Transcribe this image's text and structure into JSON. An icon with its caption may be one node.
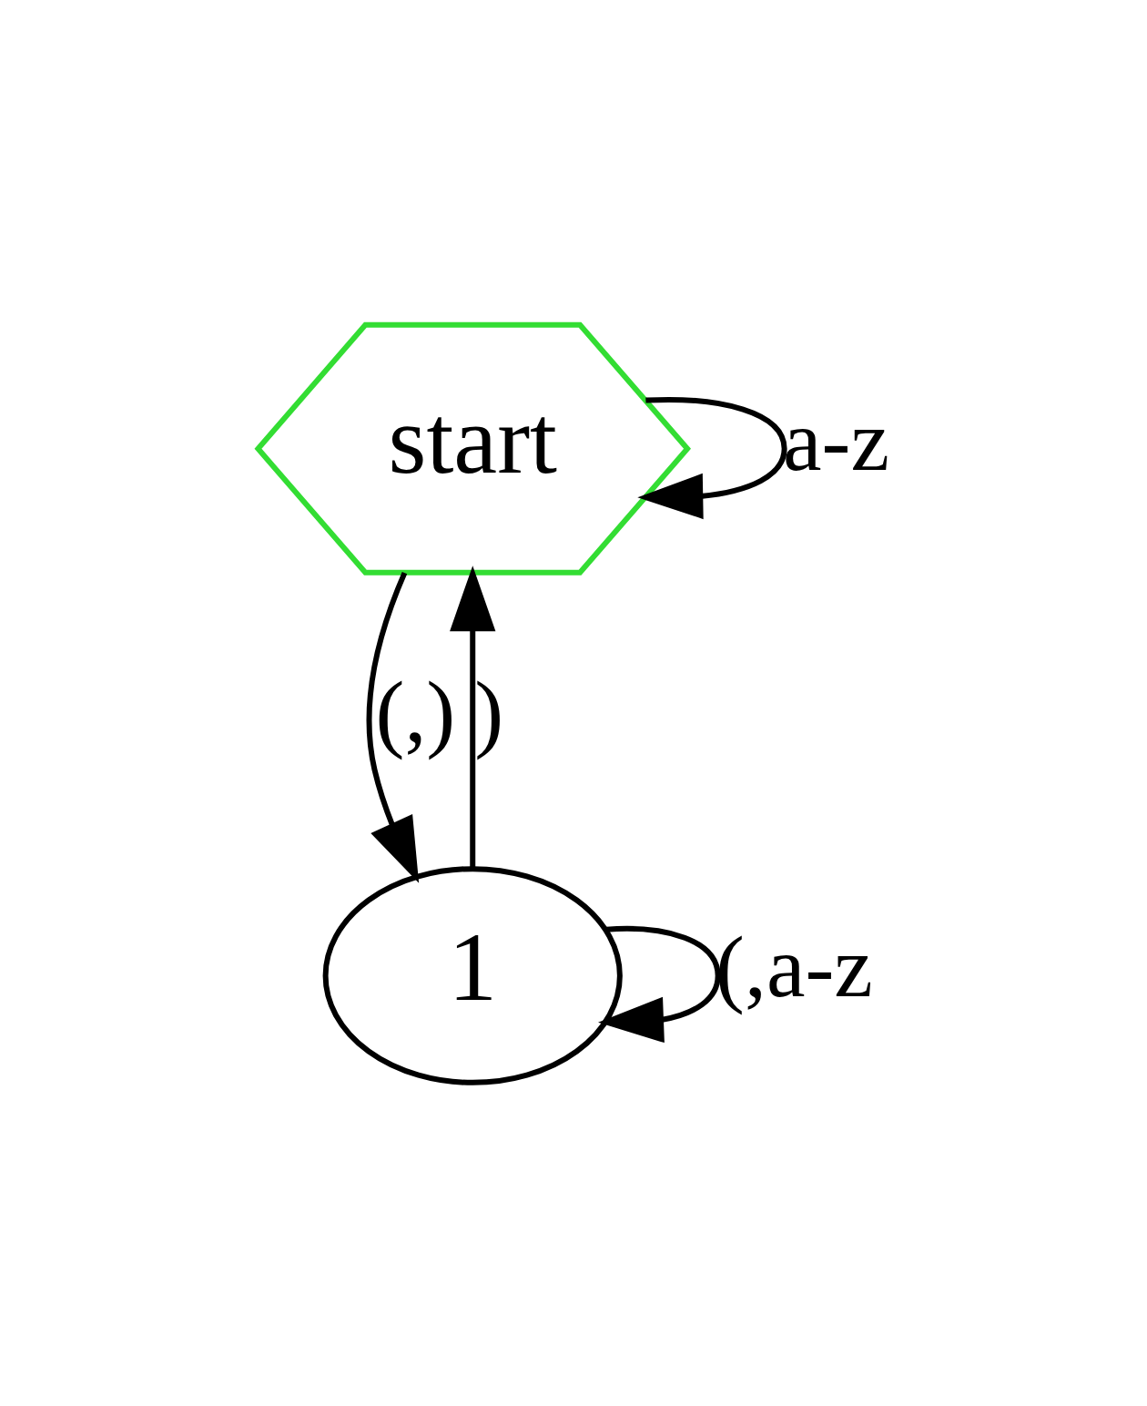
{
  "diagram": {
    "nodes": [
      {
        "text": [
          "start"
        ]
      },
      {
        "text": [
          "1"
        ]
      }
    ],
    "edges": [
      {
        "from": 0,
        "to": 0,
        "arrow": "to",
        "label": "a-z"
      },
      {
        "from": 0,
        "to": 1,
        "arrow": "to",
        "label": "(,)"
      },
      {
        "from": 1,
        "to": 0,
        "arrow": "to",
        "label": ")"
      },
      {
        "from": 1,
        "to": 1,
        "arrow": "to",
        "label": "(,a-z"
      }
    ]
  }
}
